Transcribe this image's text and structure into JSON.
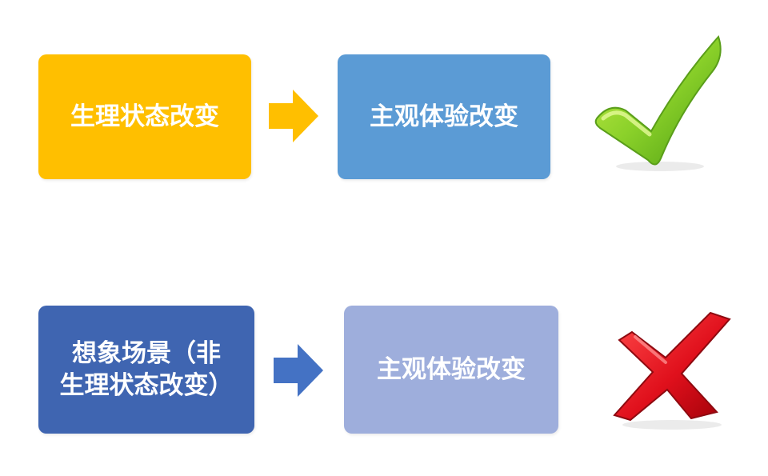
{
  "colors": {
    "row1_left_box": "#FFBF00",
    "row1_right_box": "#5B9BD5",
    "row1_arrow": "#FFBF00",
    "row2_left_box": "#3F65B1",
    "row2_right_box": "#9EAEDC",
    "row2_arrow": "#4472C4",
    "check": "#7CC41F",
    "cross": "#E0101C"
  },
  "row1": {
    "left_text": "生理状态改变",
    "right_text": "主观体验改变",
    "result_icon": "checkmark-icon"
  },
  "row2": {
    "left_text_lines": [
      "想象场景（非",
      "生理状态改变）"
    ],
    "right_text": "主观体验改变",
    "result_icon": "cross-icon"
  }
}
